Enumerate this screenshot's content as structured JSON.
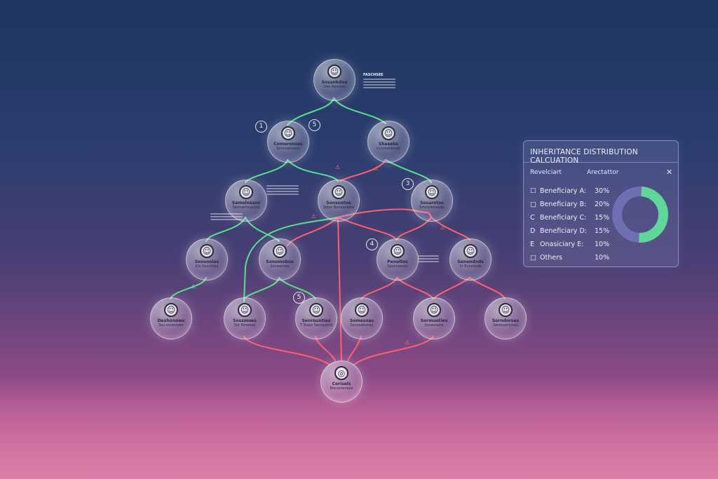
{
  "panel": {
    "title": "INHERITANCE DISTRIBUTION CALCUATION",
    "header_left": "Revelciart",
    "header_right": "Arectattor",
    "close_icon": "close-icon",
    "rows": [
      {
        "marker": "☐",
        "name": "Beneficiary A:",
        "value": "30%"
      },
      {
        "marker": "□",
        "name": "Beneficiary B:",
        "value": "20%"
      },
      {
        "marker": "C",
        "name": "Beneficiary C:",
        "value": "15%"
      },
      {
        "marker": "D",
        "name": "Beneficiary D:",
        "value": "15%"
      },
      {
        "marker": "E",
        "name": "Onasiciary E:",
        "value": "10%"
      },
      {
        "marker": "□",
        "name": "Others",
        "value": "10%"
      }
    ],
    "chart_data": {
      "type": "pie",
      "style": "donut",
      "segments": [
        {
          "share": 0.5,
          "color": "#5fd69a"
        },
        {
          "share": 0.5,
          "color": "#6f6fb4"
        }
      ]
    }
  },
  "tree": {
    "nodes": [
      {
        "label": "Sosankdoe",
        "sub": "Deh Rosares"
      },
      {
        "label": "Comoronses",
        "sub": "Sminnensens"
      },
      {
        "label": "Shasebs",
        "sub": "Conmoldouse"
      },
      {
        "label": "Samelosans",
        "sub": "Slemanhearons"
      },
      {
        "label": "Sonsnetos",
        "sub": "Sotor Benaaneine"
      },
      {
        "label": "Sosarotos",
        "sub": "Srtondesseats"
      },
      {
        "label": "Seosnoles",
        "sub": "Dis Soncthes"
      },
      {
        "label": "Sonomobos",
        "sub": "Sonaensos"
      },
      {
        "label": "Penoltos",
        "sub": "Savonessos"
      },
      {
        "label": "Senendnds",
        "sub": "Sr Bunsheds"
      },
      {
        "label": "Deshnnows",
        "sub": "Ssu.osomeses"
      },
      {
        "label": "Sossmoes",
        "sub": "Sot Ponesoe"
      },
      {
        "label": "Senrounties",
        "sub": "T Tosko Secossend"
      },
      {
        "label": "Somesnas",
        "sub": "Sonosdeones"
      },
      {
        "label": "Sormuoties",
        "sub": "Sonesoohs"
      },
      {
        "label": "Sorndorses",
        "sub": "Sesiosamones"
      },
      {
        "label": "Corisels",
        "sub": "Bonomenese"
      }
    ],
    "badges": [
      "1",
      "5",
      "3",
      "4",
      "5"
    ],
    "note_title": "FASCHSEE",
    "warning_icon": "warning-icon"
  }
}
